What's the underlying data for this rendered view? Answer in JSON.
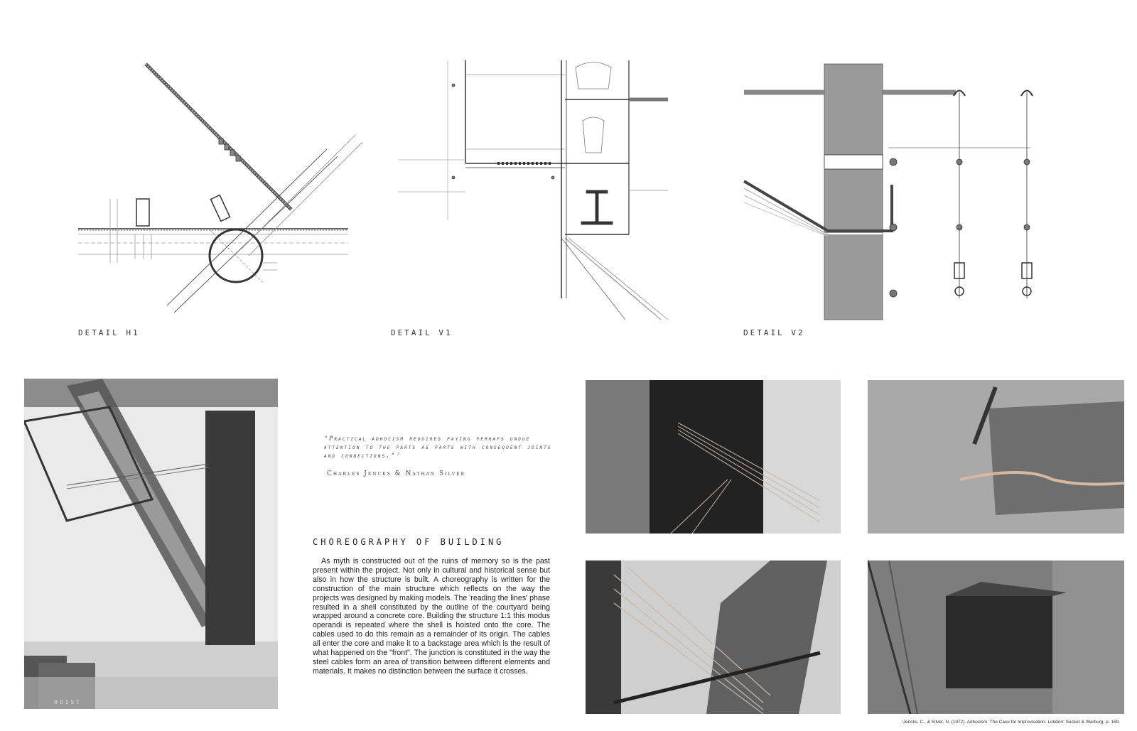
{
  "details": [
    {
      "caption": "DETAIL H1"
    },
    {
      "caption": "DETAIL V1"
    },
    {
      "caption": "DETAIL V2"
    }
  ],
  "photo_label": "HOIST",
  "quote": {
    "text": "\"Practical adhocism requires paying perhaps undue attention to the parts as parts with consequent joints and connections.\"⁷",
    "author": "Charles Jencks & Nathan Silver"
  },
  "section": {
    "title": "CHOREOGRAPHY OF BUILDING",
    "body": "As myth is constructed out of the ruins of memory so is the past present within the project. Not only in cultural and historical sense but also in how the structure is built. A choreography is written for the construction of the main structure which reflects on the way the projects was designed by making models. The 'reading the lines' phase resulted in a shell constituted by the outline of the courtyard being wrapped around a concrete core. Building the structure 1:1 this modus operandi is repeated where the shell is hoisted onto the core. The cables used to do this remain as a remainder of its origin. The cables all enter the core and make it to a backstage area which is the result of what happened on the \"front\". The junction is constituted in the way the steel cables form an area of transition between different elements and materials. It makes no distinction between the surface it crosses."
  },
  "footnote": "⁷Jencks, C., & Silver, N. (1972). Adhocism: The Case for Improvisation. London: Secker & Warburg. p. 169.",
  "colors": {
    "drawing_line": "#333333",
    "core_fill": "#9a9a9a",
    "photo_dark": "#2a2a2a"
  }
}
